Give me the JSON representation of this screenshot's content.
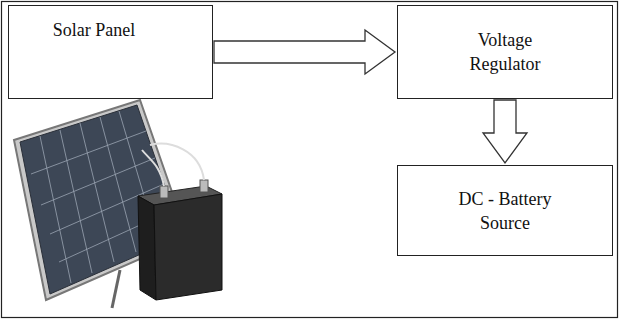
{
  "diagram": {
    "nodes": [
      {
        "text": [
          "Solar Panel"
        ]
      },
      {
        "text": [
          "Voltage Regulator"
        ]
      },
      {
        "text": [
          "DC - Battery Source"
        ]
      }
    ],
    "edges": [
      {
        "from": 0,
        "to": 1,
        "arrow": "to"
      },
      {
        "from": 1,
        "to": 2,
        "arrow": "to"
      }
    ]
  }
}
